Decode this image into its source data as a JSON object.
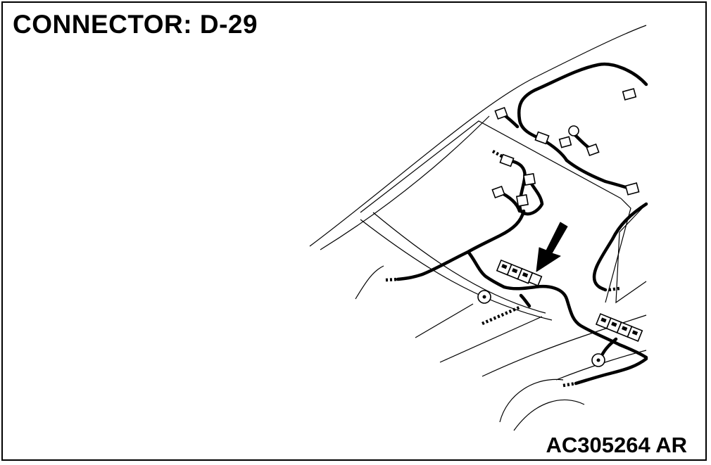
{
  "diagram": {
    "title": "CONNECTOR: D-29",
    "reference_code": "AC305264 AR",
    "target_connector": "D-29",
    "arrow_icon": "arrow-down-left-icon",
    "colors": {
      "line": "#000000",
      "background": "#ffffff"
    }
  }
}
